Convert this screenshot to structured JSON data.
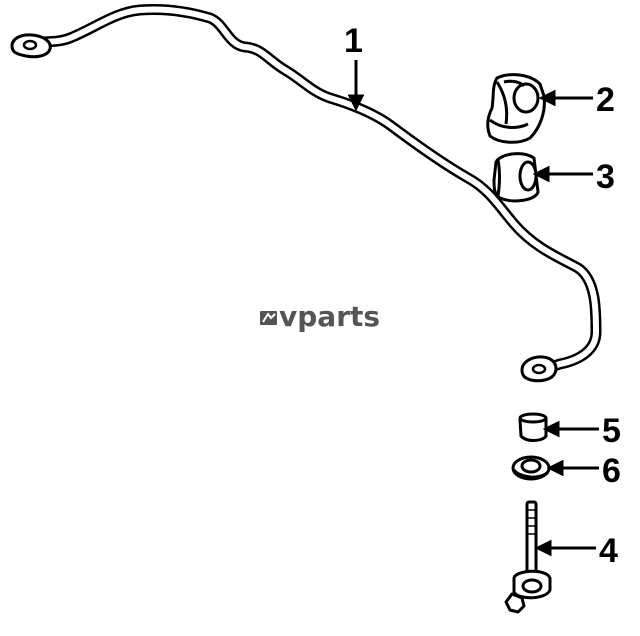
{
  "watermark": {
    "text": "vparts",
    "color": "#555555"
  },
  "callouts": [
    {
      "number": "1",
      "part": "stabilizer-bar"
    },
    {
      "number": "2",
      "part": "bushing-bracket"
    },
    {
      "number": "3",
      "part": "bushing"
    },
    {
      "number": "4",
      "part": "stabilizer-link"
    },
    {
      "number": "5",
      "part": "link-bushing"
    },
    {
      "number": "6",
      "part": "link-washer"
    }
  ],
  "colors": {
    "line": "#000000",
    "background": "#ffffff"
  }
}
